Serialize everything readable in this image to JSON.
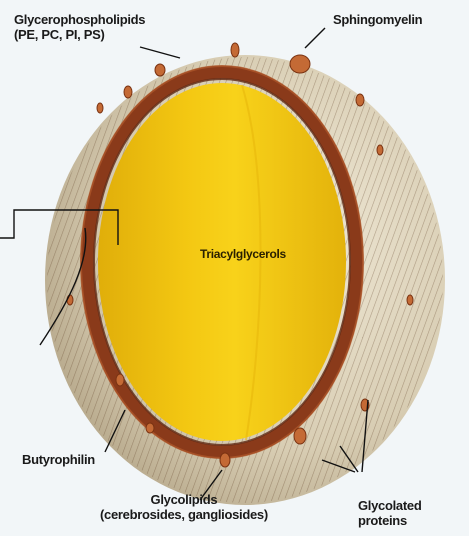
{
  "labels": {
    "glycerophospholipids": {
      "line1": "Glycerophospholipids",
      "line2": "(PE, PC, PI, PS)"
    },
    "sphingomyelin": "Sphingomyelin",
    "tracylglycerols": "Triacylglycerols",
    "butyrophilin": "Butyrophilin",
    "glycolipids": {
      "line1": "Glycolipids",
      "line2": "(cerebrosides, gangliosides)"
    },
    "glycolated_proteins": {
      "line1": "Glycolated",
      "line2": "proteins"
    }
  },
  "colors": {
    "background": "#f2f6f8",
    "core_yellow": "#f2c40e",
    "core_shadow": "#d9a508",
    "membrane_brown": "#8a3a1a",
    "outer_shell": "#ded4bd",
    "shell_texture": "#5a3a20",
    "pointer": "#111111"
  }
}
